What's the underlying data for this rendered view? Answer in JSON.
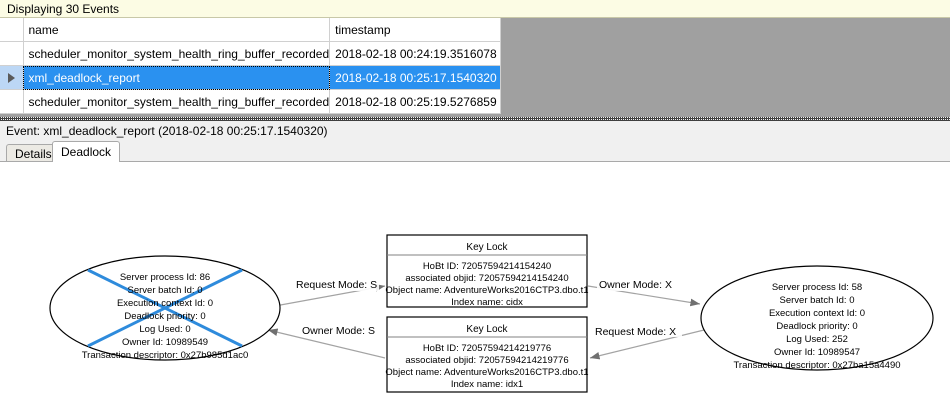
{
  "banner": {
    "text": "Displaying 30 Events"
  },
  "grid": {
    "columns": [
      "",
      "name",
      "timestamp"
    ],
    "rows": [
      {
        "selected": false,
        "marker": "",
        "name": "scheduler_monitor_system_health_ring_buffer_recorded",
        "timestamp": "2018-02-18 00:24:19.3516078"
      },
      {
        "selected": true,
        "marker": "row-arrow-icon",
        "name": "xml_deadlock_report",
        "timestamp": "2018-02-18 00:25:17.1540320"
      },
      {
        "selected": false,
        "marker": "",
        "name": "scheduler_monitor_system_health_ring_buffer_recorded",
        "timestamp": "2018-02-18 00:25:19.5276859"
      }
    ]
  },
  "event_header": {
    "text": "Event: xml_deadlock_report (2018-02-18 00:25:17.1540320)"
  },
  "tabs": [
    {
      "label": "Details",
      "active": false
    },
    {
      "label": "Deadlock",
      "active": true
    }
  ],
  "deadlock_graph": {
    "victim_marker_color": "#2e8bdc",
    "edge_line_color": "#9a9a9a",
    "arrow_color": "#606060",
    "processes": [
      {
        "id": "left-process",
        "is_victim": true,
        "lines": [
          "Server process Id: 86",
          "Server batch Id: 0",
          "Execution context Id: 0",
          "Deadlock priority: 0",
          "Log Used: 0",
          "Owner Id: 10989549",
          "Transaction descriptor: 0x27b985d1ac0"
        ]
      },
      {
        "id": "right-process",
        "is_victim": false,
        "lines": [
          "Server process Id: 58",
          "Server batch Id: 0",
          "Execution context Id: 0",
          "Deadlock priority: 0",
          "Log Used: 252",
          "Owner Id: 10989547",
          "Transaction descriptor: 0x27ba15a4490"
        ]
      }
    ],
    "resources": [
      {
        "id": "top-key-lock",
        "title": "Key Lock",
        "lines": [
          "HoBt ID: 72057594214154240",
          "associated objid: 72057594214154240",
          "Object name: AdventureWorks2016CTP3.dbo.t1",
          "Index name: cidx"
        ]
      },
      {
        "id": "bottom-key-lock",
        "title": "Key Lock",
        "lines": [
          "HoBt ID: 72057594214219776",
          "associated objid: 72057594214219776",
          "Object name: AdventureWorks2016CTP3.dbo.t1",
          "Index name: idx1"
        ]
      }
    ],
    "edges": [
      {
        "id": "edge-left-request",
        "label": "Request Mode: S",
        "from": "left-process",
        "to": "top-key-lock"
      },
      {
        "id": "edge-right-owner",
        "label": "Owner Mode: X",
        "from": "top-key-lock",
        "to": "right-process"
      },
      {
        "id": "edge-left-owner",
        "label": "Owner Mode: S",
        "from": "bottom-key-lock",
        "to": "left-process"
      },
      {
        "id": "edge-right-request",
        "label": "Request Mode: X",
        "from": "right-process",
        "to": "bottom-key-lock"
      }
    ]
  }
}
